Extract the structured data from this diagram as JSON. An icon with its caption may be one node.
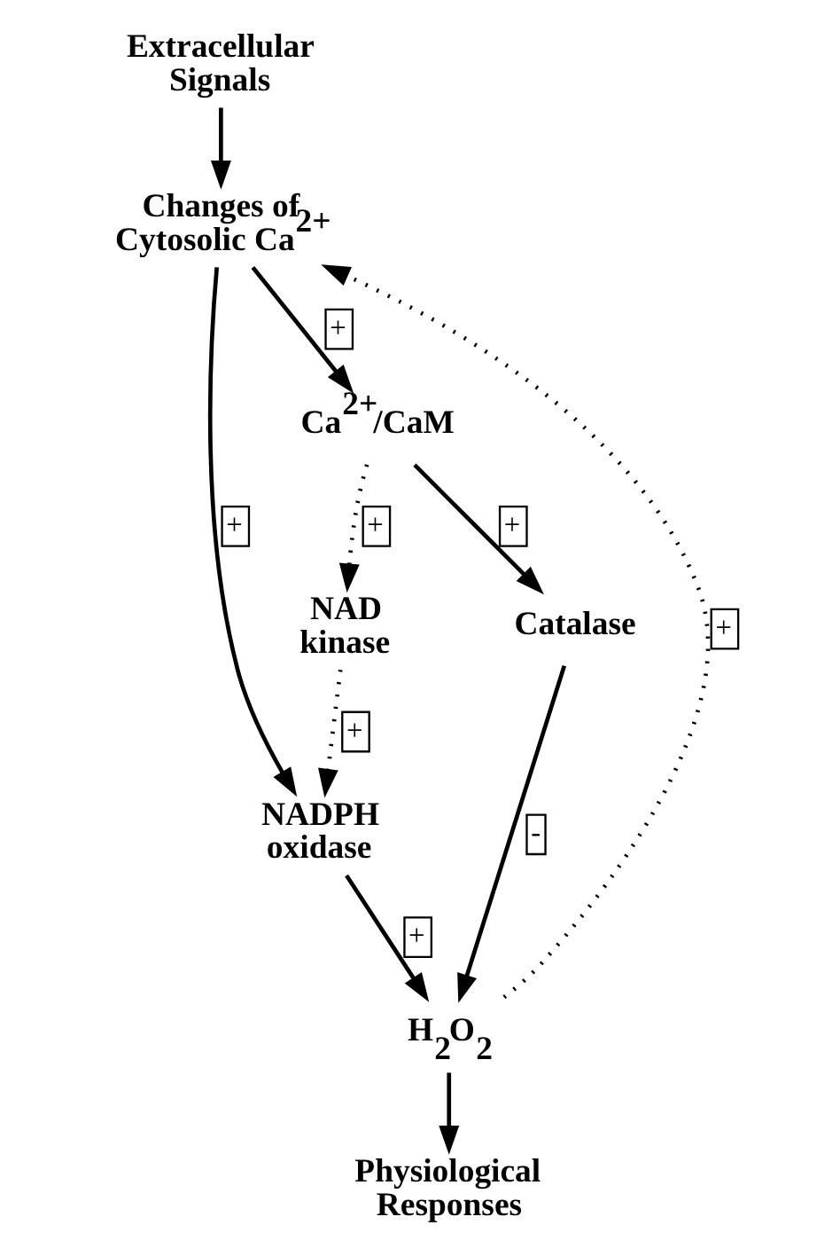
{
  "diagram": {
    "nodes": [
      {
        "text": [
          "Extracellular Signals"
        ]
      },
      {
        "text": [
          "Changes of Cytosolic Ca$^{2+}$"
        ]
      },
      {
        "text": [
          "Ca$^{2+}$/CaM"
        ]
      },
      {
        "text": [
          "NAD kinase"
        ]
      },
      {
        "text": [
          "NADPH oxidase"
        ]
      },
      {
        "text": [
          "Catalase"
        ]
      },
      {
        "text": [
          "H$_{2}$O$_{2}$"
        ]
      },
      {
        "text": [
          "Physiological Responses"
        ]
      }
    ],
    "edges": [
      {
        "from": 0,
        "to": 1,
        "arrow": "to"
      },
      {
        "from": 1,
        "to": 4,
        "arrow": "to",
        "label": "+"
      },
      {
        "from": 1,
        "to": 2,
        "arrow": "to",
        "label": "+"
      },
      {
        "from": 2,
        "to": 3,
        "arrow": "to",
        "label": "+",
        "style": "dashed"
      },
      {
        "from": 2,
        "to": 5,
        "arrow": "to",
        "label": "+"
      },
      {
        "from": 3,
        "to": 4,
        "arrow": "to",
        "label": "+",
        "style": "dashed"
      },
      {
        "from": 4,
        "to": 6,
        "arrow": "to",
        "label": "+"
      },
      {
        "from": 5,
        "to": 6,
        "arrow": "to",
        "label": "-"
      },
      {
        "from": 6,
        "to": 1,
        "arrow": "to",
        "label": "+",
        "style": "dashed"
      },
      {
        "from": 6,
        "to": 7,
        "arrow": "to"
      }
    ]
  }
}
